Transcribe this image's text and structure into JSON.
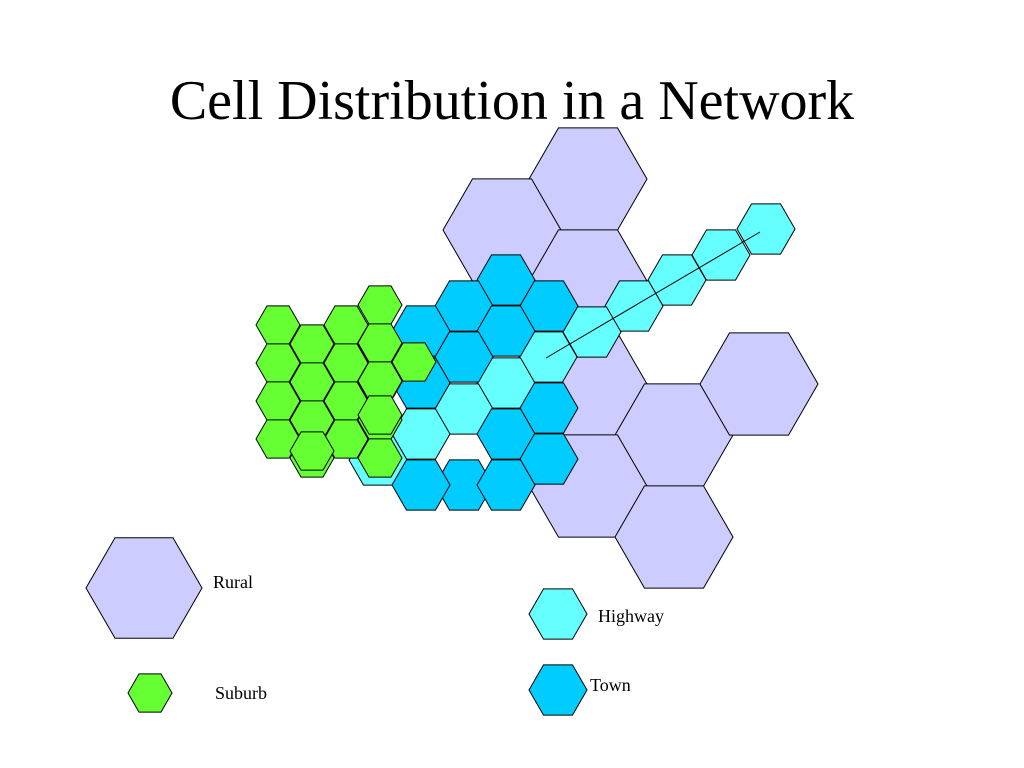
{
  "title": "Cell Distribution in a Network",
  "colors": {
    "rural": "#ccccff",
    "suburb": "#66ff33",
    "highway": "#66ffff",
    "town": "#00ccff",
    "stroke": "#000000"
  },
  "legend": {
    "rural": "Rural",
    "suburb": "Suburb",
    "highway": "Highway",
    "town": "Town"
  }
}
